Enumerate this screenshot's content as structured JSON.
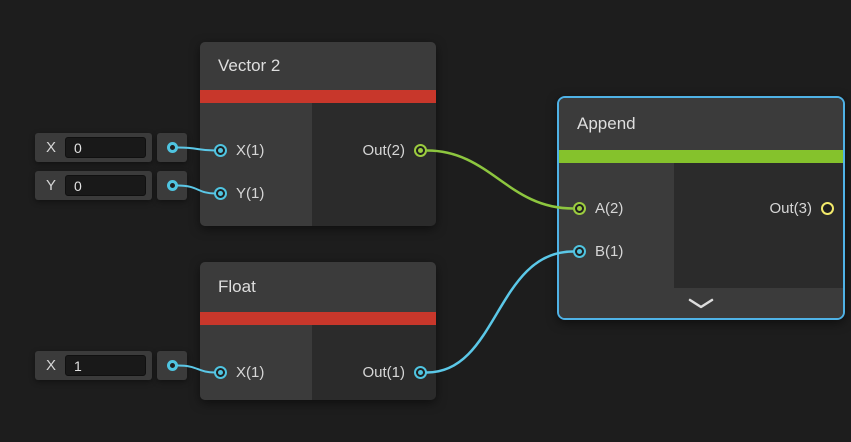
{
  "colors": {
    "canvasBg": "#1d1d1d",
    "nodeHeaderBg": "#3b3b3b",
    "nodeBodyDark": "#2b2b2b",
    "nodeBodyLight": "#3b3b3b",
    "accentRed": "#c8372b",
    "accentGreen": "#85c22c",
    "selectionBlue": "#4fb2e6",
    "portCyan": "#4fc4e0",
    "portGreen": "#9ccc3f",
    "portYellow": "#f2e96b",
    "edgeCyan": "#5bc8e8",
    "edgeGreen": "#8dc63f",
    "text": "#dedede"
  },
  "nodes": {
    "vector2": {
      "title": "Vector 2",
      "selected": false,
      "inputs": [
        {
          "label": "X(1)"
        },
        {
          "label": "Y(1)"
        }
      ],
      "outputs": [
        {
          "label": "Out(2)"
        }
      ]
    },
    "float": {
      "title": "Float",
      "selected": false,
      "inputs": [
        {
          "label": "X(1)"
        }
      ],
      "outputs": [
        {
          "label": "Out(1)"
        }
      ]
    },
    "append": {
      "title": "Append",
      "selected": true,
      "inputs": [
        {
          "label": "A(2)"
        },
        {
          "label": "B(1)"
        }
      ],
      "outputs": [
        {
          "label": "Out(3)"
        }
      ]
    }
  },
  "fields": [
    {
      "label": "X",
      "value": "0"
    },
    {
      "label": "Y",
      "value": "0"
    },
    {
      "label": "X",
      "value": "1"
    }
  ],
  "edges": [
    {
      "from": "X field",
      "to": "Vector 2 / X(1)"
    },
    {
      "from": "Y field",
      "to": "Vector 2 / Y(1)"
    },
    {
      "from": "X field",
      "to": "Float / X(1)"
    },
    {
      "from": "Vector 2 / Out(2)",
      "to": "Append / A(2)"
    },
    {
      "from": "Float / Out(1)",
      "to": "Append / B(1)"
    }
  ]
}
